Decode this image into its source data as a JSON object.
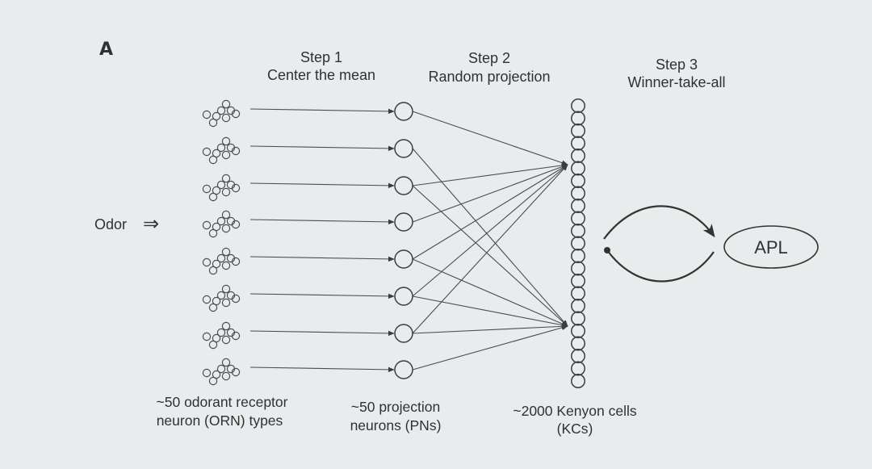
{
  "panel_label": "A",
  "steps": [
    {
      "title": "Step 1",
      "subtitle": "Center the mean"
    },
    {
      "title": "Step 2",
      "subtitle": "Random projection"
    },
    {
      "title": "Step 3",
      "subtitle": "Winner-take-all"
    }
  ],
  "input_label": "Odor",
  "input_arrow": "⇒",
  "layers": {
    "orn": {
      "line1": "~50 odorant receptor",
      "line2": "neuron (ORN) types"
    },
    "pn": {
      "line1": "~50 projection",
      "line2": "neurons (PNs)"
    },
    "kc": {
      "line1": "~2000 Kenyon cells",
      "line2": "(KCs)"
    }
  },
  "inhibitory_node": "APL"
}
